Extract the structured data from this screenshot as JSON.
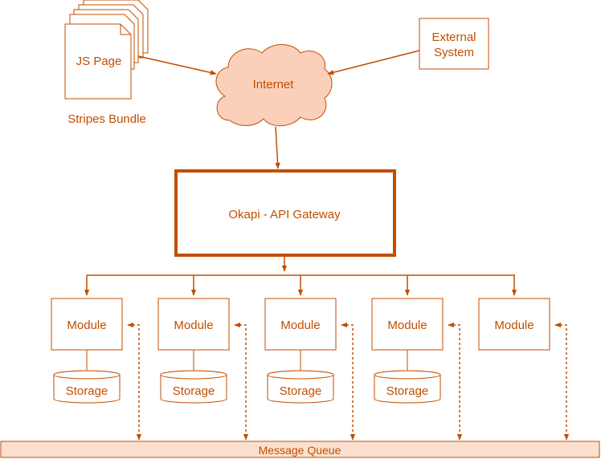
{
  "stripes": {
    "page_label": "JS Page",
    "caption": "Stripes Bundle"
  },
  "external": {
    "line1": "External",
    "line2": "System"
  },
  "internet": {
    "label": "Internet"
  },
  "gateway": {
    "label": "Okapi - API Gateway"
  },
  "modules": [
    {
      "label": "Module",
      "storage": "Storage"
    },
    {
      "label": "Module",
      "storage": "Storage"
    },
    {
      "label": "Module",
      "storage": "Storage"
    },
    {
      "label": "Module",
      "storage": "Storage"
    },
    {
      "label": "Module"
    }
  ],
  "queue": {
    "label": "Message Queue"
  },
  "colors": {
    "stroke": "#c24e00",
    "text": "#c24e00",
    "cloud_fill": "#fad0bb",
    "queue_fill": "#fbe0cf"
  }
}
